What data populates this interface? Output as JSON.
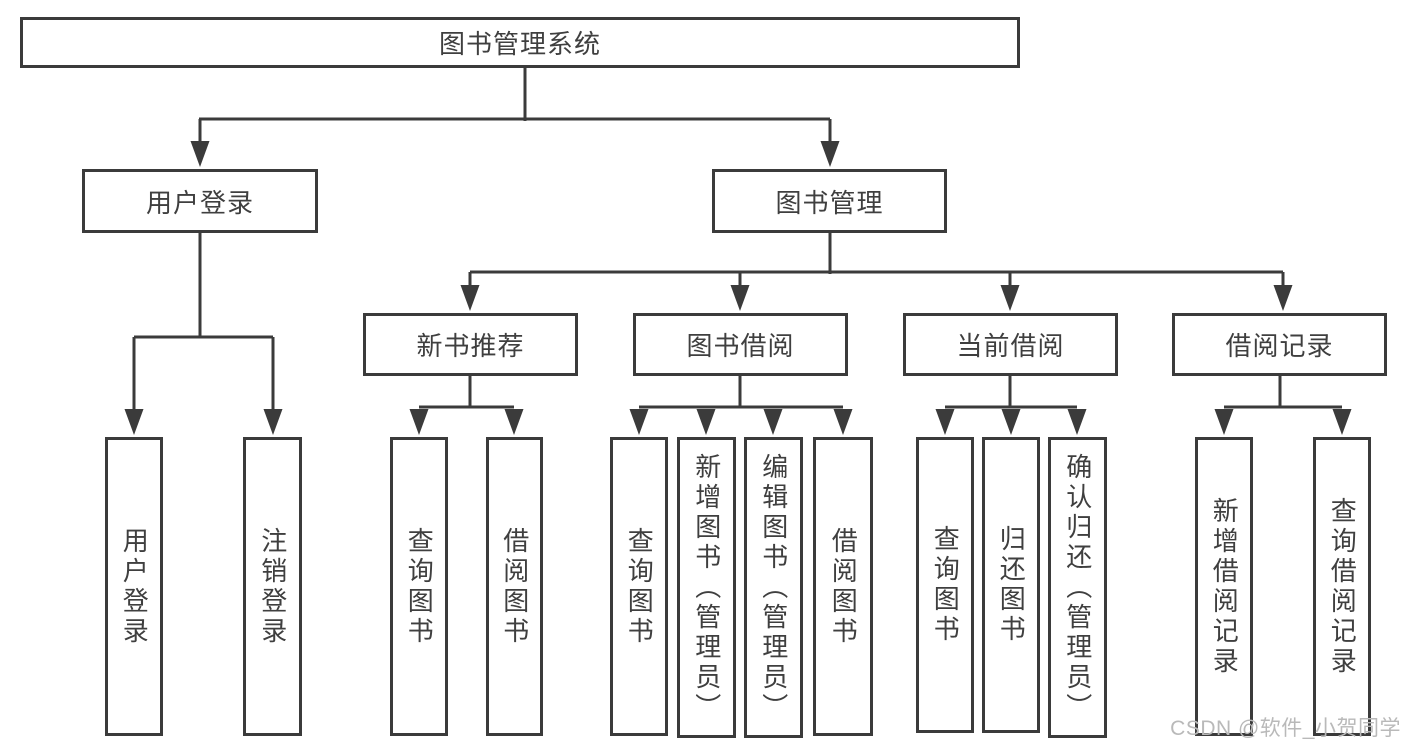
{
  "tree": {
    "root": {
      "label": "图书管理系统"
    },
    "branches": [
      {
        "label": "用户登录",
        "children": [
          {
            "label": "用户登录"
          },
          {
            "label": "注销登录"
          }
        ]
      },
      {
        "label": "图书管理",
        "children": [
          {
            "label": "新书推荐",
            "children": [
              {
                "label": "查询图书"
              },
              {
                "label": "借阅图书"
              }
            ]
          },
          {
            "label": "图书借阅",
            "children": [
              {
                "label": "查询图书"
              },
              {
                "label": "新增图书（管理员）"
              },
              {
                "label": "编辑图书（管理员）"
              },
              {
                "label": "借阅图书"
              }
            ]
          },
          {
            "label": "当前借阅",
            "children": [
              {
                "label": "查询图书"
              },
              {
                "label": "归还图书"
              },
              {
                "label": "确认归还（管理员）"
              }
            ]
          },
          {
            "label": "借阅记录",
            "children": [
              {
                "label": "新增借阅记录"
              },
              {
                "label": "查询借阅记录"
              }
            ]
          }
        ]
      }
    ]
  },
  "watermark": "CSDN @软件_小贺同学",
  "colors": {
    "line": "#3b3b3b",
    "text": "#3f3f3f",
    "watermark": "#b9b9b9",
    "background": "#ffffff"
  }
}
